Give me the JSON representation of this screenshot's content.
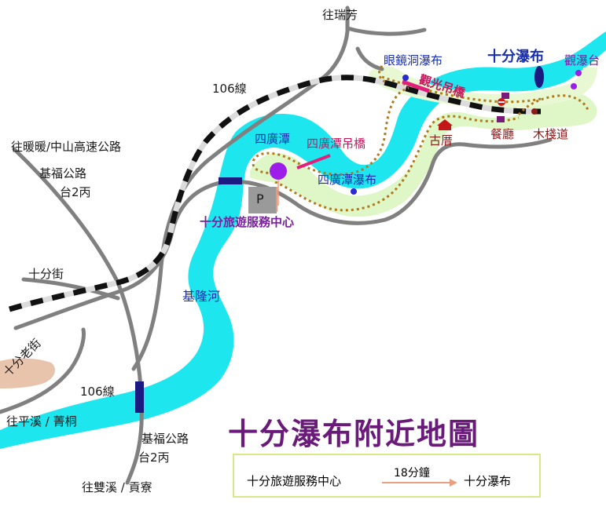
{
  "title": "十分瀑布附近地圖",
  "places": {
    "ruifang": "往瑞芳",
    "line106_top": "106線",
    "nuannuan": "往暖暖/中山高速公路",
    "jifu_top": "基福公路",
    "tai2bing_top": "台2丙",
    "shifen_street": "十分街",
    "old_street": "十分老街",
    "line106_bottom": "106線",
    "pingxi": "往平溪 / 菁桐",
    "jifu_bottom": "基福公路",
    "tai2bing_bottom": "台2丙",
    "shuangxi": "往雙溪 / 貢寮",
    "keelung_river": "基隆河",
    "sigunagtan": "四廣潭",
    "sigunagtan_bridge": "四廣潭吊橋",
    "sigunagtan_falls": "四廣潭瀑布",
    "parking": "P",
    "visitor_center": "十分旅遊服務中心",
    "yanjingdong": "眼鏡洞瀑布",
    "guanguang_bridge": "觀光吊橋",
    "shifen_falls": "十分瀑布",
    "guanpu_platform": "觀瀑台",
    "gucuo": "古厝",
    "restaurant": "餐廳",
    "boardwalk": "木棧道"
  },
  "legend": {
    "from": "十分旅遊服務中心",
    "time": "18分鐘",
    "to": "十分瀑布"
  },
  "colors": {
    "river": "#1ee6ee",
    "road": "#7f7f7f",
    "rail_dark": "#111111",
    "rail_light": "#e6e6e6",
    "trail": "#b07a1c",
    "trail_zone": "#d9f5b8",
    "title": "#6a1b7a",
    "bridge": "#e0207a",
    "navy_bridge": "#1a1a80"
  },
  "icons": [
    "visitor-center-marker-icon",
    "waterfall-dot-icon",
    "parking-icon",
    "old-house-icon",
    "restaurant-icon",
    "no-entry-icon",
    "arrow-icon"
  ]
}
